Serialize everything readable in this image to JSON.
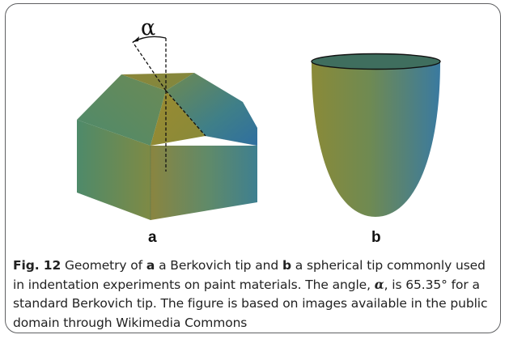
{
  "figure": {
    "alpha_symbol": "α",
    "panel_a_label": "a",
    "panel_b_label": "b"
  },
  "caption": {
    "fig_number": "Fig. 12",
    "t1": "  Geometry of ",
    "ref_a": "a",
    "t2": " a Berkovich tip and ",
    "ref_b": "b",
    "t3": " a spherical tip commonly used in indentation experiments on paint materials. The angle, ",
    "alpha": "α",
    "t4": ", is 65.35° for a standard Berkovich tip. The figure is based on images available in the public domain through Wikimedia Commons"
  },
  "colors": {
    "border": "#5f6062",
    "tip_olive": "#8a8a3a",
    "tip_teal": "#3f8a8a",
    "tip_blue": "#3a7aa8"
  }
}
